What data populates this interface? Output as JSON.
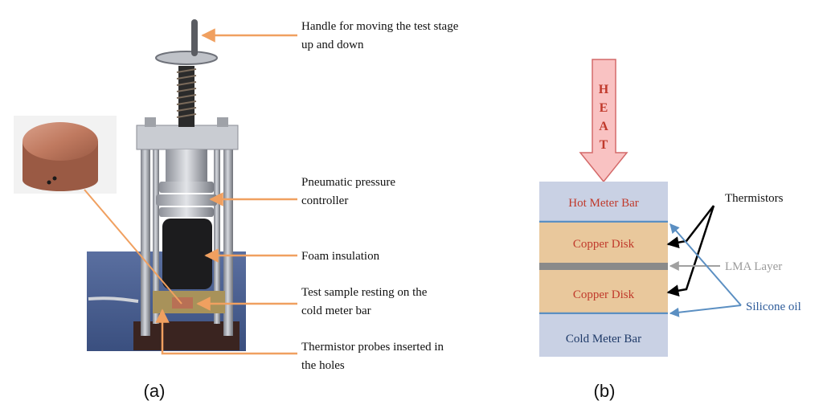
{
  "panel_a": {
    "caption": "(a)",
    "callouts": {
      "handle_line1": "Handle for moving the test stage",
      "handle_line2": "up and down",
      "pressure_line1": "Pneumatic pressure",
      "pressure_line2": "controller",
      "foam": "Foam insulation",
      "sample_line1": "Test sample resting on the",
      "sample_line2": "cold meter bar",
      "thermistor_line1": "Thermistor probes inserted in",
      "thermistor_line2": "the holes"
    }
  },
  "panel_b": {
    "caption": "(b)",
    "heat_arrow_letters": [
      "H",
      "E",
      "A",
      "T"
    ],
    "layers": {
      "hot_meter_bar": "Hot Meter Bar",
      "copper_disk_top": "Copper Disk",
      "copper_disk_bottom": "Copper Disk",
      "cold_meter_bar": "Cold Meter Bar"
    },
    "annotations": {
      "thermistors": "Thermistors",
      "lma_layer": "LMA Layer",
      "silicone_oil": "Silicone oil"
    }
  },
  "colors": {
    "callout_arrow": "#f0a060",
    "heat_arrow_fill": "#f9c2c2",
    "heat_arrow_stroke": "#d46a6a",
    "heat_text": "#c0392b",
    "meter_bar_fill": "#c9d1e4",
    "copper_fill": "#e9c89c",
    "lma_fill": "#8a8a8a",
    "oil_line": "#5b8fc2",
    "hot_text": "#c0392b",
    "copper_text": "#c0392b",
    "cold_text": "#1f3a68",
    "lma_text": "#9a9a9a",
    "oil_text": "#2e5c9a"
  }
}
